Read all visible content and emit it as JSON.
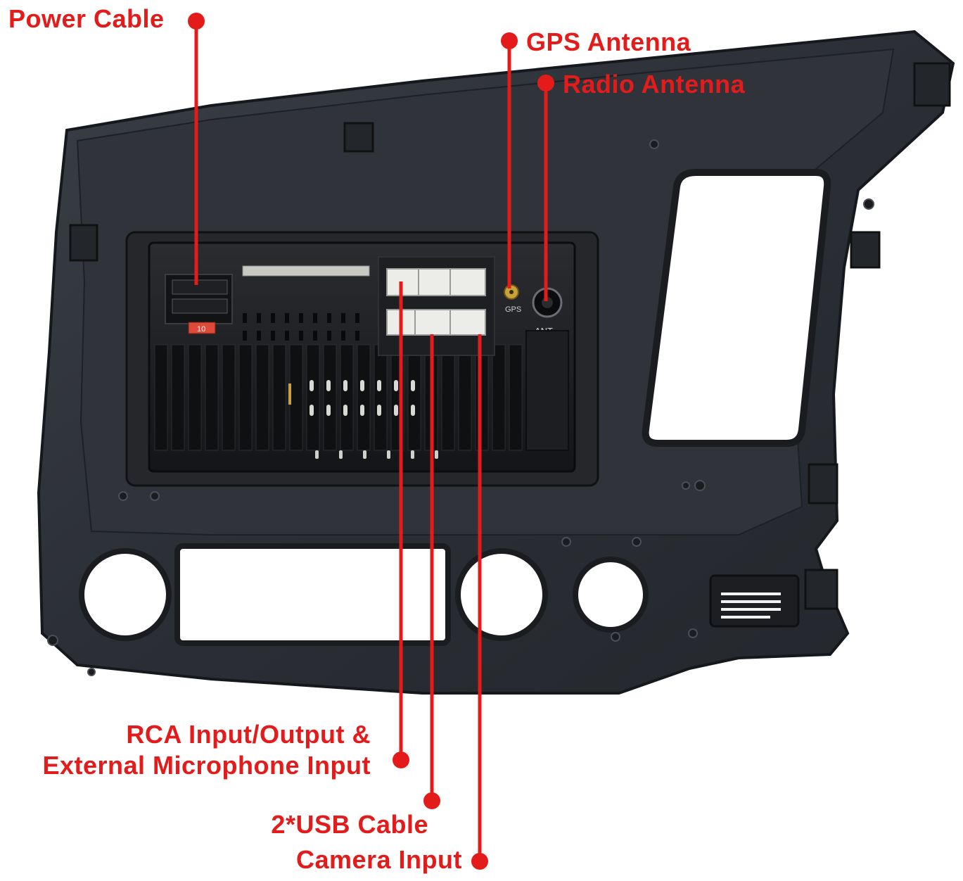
{
  "labels": {
    "power_cable": "Power Cable",
    "gps_antenna": "GPS Antenna",
    "radio_antenna": "Radio Antenna",
    "rca_line1": "RCA Input/Output &",
    "rca_line2": "External Microphone Input",
    "usb_cable": "2*USB Cable",
    "camera_input": "Camera Input"
  },
  "device_marks": {
    "gps_port": "GPS",
    "ant_port": "ANT",
    "fuse": "10"
  },
  "colors": {
    "callout": "#e31b1b",
    "frame": "#2c3036",
    "frame_edge": "#15181c",
    "unit": "#1b1d20",
    "connector": "#e9e9e6"
  }
}
